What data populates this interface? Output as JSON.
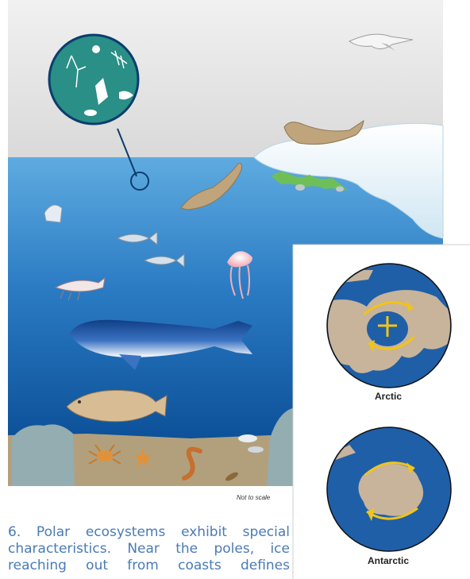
{
  "figure": {
    "not_to_scale_label": "Not to scale"
  },
  "globes": {
    "arctic_label": "Arctic",
    "antarctic_label": "Antarctic"
  },
  "caption": {
    "lines": [
      "6. Polar ecosystems exhibit special",
      "characteristics. Near the poles, ice",
      "reaching out from coasts defines"
    ]
  },
  "colors": {
    "sky": "#e6e6e6",
    "ocean_top": "#5aa6dc",
    "ocean_bottom": "#0b4f97",
    "seabed": "#b2a07d",
    "globe_ocean": "#1f5fa8",
    "globe_land": "#c8b49a",
    "arrow": "#f0c419",
    "caption_text": "#4a7bb5"
  }
}
